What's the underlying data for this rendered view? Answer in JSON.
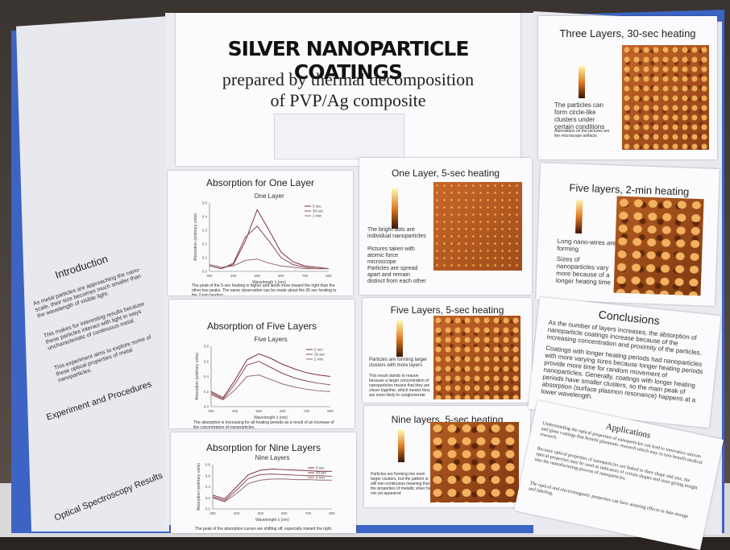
{
  "poster": {
    "title": "SILVER NANOPARTICLE COATINGS",
    "subtitle_line1": "prepared by thermal decomposition",
    "subtitle_line2": "of PVP/Ag composite"
  },
  "left_wing": {
    "intro_title": "Introduction",
    "intro_bullets": [
      "As metal particles are approaching the nano-scale, their size becomes much smaller than the wavelength of visible light.",
      "This makes for interesting results because these particles interact with light in ways uncharacteristic of continuous metal.",
      "This experiment aims to explore some of these optical properties of metal nanoparticles."
    ],
    "methods_title": "Experiment and Procedures",
    "spectro_title": "Optical Spectroscopy Results"
  },
  "absorption_panels": [
    {
      "title": "Absorption for One Layer",
      "chart_title": "One Layer",
      "xlabel": "Wavelength λ (nm)",
      "ylabel": "Absorption (arbitrary units)",
      "legend": [
        "5 sec",
        "30 sec",
        "2 min"
      ],
      "caption": "The peak of the 5-sec heating is higher and lands more toward the right than the other two peaks. The same observation can be made about the 30 sec heating to the 2-min heating."
    },
    {
      "title": "Absorption of Five Layers",
      "chart_title": "Five Layers",
      "xlabel": "Wavelength λ (nm)",
      "ylabel": "Absorption (arbitrary units)",
      "legend": [
        "5 sec",
        "30 sec",
        "2 min"
      ],
      "caption": "The absorption is increasing for all heating periods as a result of an increase of the concentration of nanoparticles."
    },
    {
      "title": "Absorption for Nine Layers",
      "chart_title": "Nine Layers",
      "xlabel": "Wavelength λ (nm)",
      "ylabel": "Absorption (arbitrary units)",
      "legend": [
        "5 sec",
        "30 sec",
        "2 min"
      ],
      "caption": "The peak of the absorption curves are shifting off, especially toward the right."
    }
  ],
  "afm_panels": [
    {
      "title": "One Layer, 5-sec heating",
      "bullets": [
        "The bright dots are individual nanoparticles",
        "Pictures taken with atomic force microscope",
        "Particles are spread apart and remain distinct from each other"
      ]
    },
    {
      "title": "Five Layers, 5-sec heating",
      "bullets": [
        "Particles are forming larger clusters with more layers",
        "This result stands to reason because a larger concentration of nanoparticles means that they are closer together, which means they are more likely to conglomerate"
      ]
    },
    {
      "title": "Nine layers, 5-sec heating",
      "bullets": [
        "Particles are forming into even larger clusters, but the pattern is still non-continuous meaning that the properties of metallic silver have not yet appeared"
      ]
    }
  ],
  "right_panels": [
    {
      "title": "Three Layers, 30-sec heating",
      "bullets": [
        "The particles can form circle-like clusters under certain conditions",
        "Aberrations on the pictures are the microscope artifacts"
      ]
    },
    {
      "title": "Five layers, 2-min heating",
      "bullets": [
        "Long nano-wires are forming",
        "Sizes of nanoparticles vary more because of a longer heating time"
      ]
    }
  ],
  "conclusions": {
    "title": "Conclusions",
    "bullets": [
      "As the number of layers increases, the absorption of nanoparticle coatings increase because of the increasing concentration and proximity of the particles.",
      "Coatings with longer heating periods had nanoparticles with more varying sizes because longer heating periods provide more time for random movement of nanoparticles. Generally, coatings with longer heating periods have smaller clusters, so the main peak of absorption (surface plasmon resonance) happens at a lower wavelength."
    ]
  },
  "applications": {
    "title": "Applications",
    "bullets": [
      "Understanding the optical properties of nanoparticles can lead to innovative mirrors and glass coatings that benefit plasmonic research which may in turn benefit medical research.",
      "Because optical properties of nanoparticles are linked to their shape and size, the optical properties may be used as indicators of certain shapes and sizes giving insight into the manufacturing process of nanoparticles.",
      "The optical and electromagnetic properties can have amazing effects in data storage and labeling."
    ]
  },
  "chart_data": [
    {
      "type": "line",
      "title": "One Layer",
      "xlabel": "Wavelength λ (nm)",
      "ylabel": "Absorption (arbitrary units)",
      "x": [
        300,
        350,
        400,
        450,
        500,
        550,
        600,
        650,
        700,
        750,
        800
      ],
      "xlim": [
        300,
        800
      ],
      "ylim": [
        0,
        0.5
      ],
      "series": [
        {
          "name": "5 sec",
          "values": [
            0.04,
            0.02,
            0.05,
            0.22,
            0.45,
            0.3,
            0.14,
            0.07,
            0.04,
            0.03,
            0.02
          ]
        },
        {
          "name": "30 sec",
          "values": [
            0.04,
            0.02,
            0.06,
            0.25,
            0.33,
            0.22,
            0.1,
            0.05,
            0.03,
            0.02,
            0.02
          ]
        },
        {
          "name": "2 min",
          "values": [
            0.05,
            0.03,
            0.04,
            0.08,
            0.09,
            0.06,
            0.04,
            0.03,
            0.02,
            0.02,
            0.02
          ]
        }
      ]
    },
    {
      "type": "line",
      "title": "Five Layers",
      "xlabel": "Wavelength λ (nm)",
      "ylabel": "Absorption (arbitrary units)",
      "x": [
        300,
        350,
        400,
        450,
        500,
        550,
        600,
        650,
        700,
        750,
        800
      ],
      "xlim": [
        300,
        800
      ],
      "ylim": [
        0,
        0.8
      ],
      "series": [
        {
          "name": "5 sec",
          "values": [
            0.2,
            0.12,
            0.35,
            0.62,
            0.7,
            0.64,
            0.56,
            0.5,
            0.45,
            0.42,
            0.4
          ]
        },
        {
          "name": "30 sec",
          "values": [
            0.18,
            0.1,
            0.3,
            0.55,
            0.6,
            0.52,
            0.44,
            0.38,
            0.34,
            0.31,
            0.29
          ]
        },
        {
          "name": "2 min",
          "values": [
            0.16,
            0.09,
            0.22,
            0.4,
            0.42,
            0.36,
            0.3,
            0.26,
            0.23,
            0.21,
            0.2
          ]
        }
      ]
    },
    {
      "type": "line",
      "title": "Nine Layers",
      "xlabel": "Wavelength λ (nm)",
      "ylabel": "Absorption (arbitrary units)",
      "x": [
        300,
        350,
        400,
        450,
        500,
        550,
        600,
        650,
        700,
        750,
        800
      ],
      "xlim": [
        300,
        800
      ],
      "ylim": [
        0,
        0.8
      ],
      "series": [
        {
          "name": "5 sec",
          "values": [
            0.25,
            0.18,
            0.4,
            0.62,
            0.7,
            0.72,
            0.71,
            0.7,
            0.69,
            0.68,
            0.68
          ]
        },
        {
          "name": "30 sec",
          "values": [
            0.22,
            0.15,
            0.34,
            0.55,
            0.62,
            0.63,
            0.62,
            0.61,
            0.6,
            0.6,
            0.59
          ]
        },
        {
          "name": "2 min",
          "values": [
            0.2,
            0.13,
            0.28,
            0.46,
            0.52,
            0.54,
            0.54,
            0.53,
            0.53,
            0.52,
            0.52
          ]
        }
      ]
    }
  ],
  "colors": {
    "board": "#3d64c4",
    "curve": "#7a3040",
    "afm": "#b45a1e"
  }
}
